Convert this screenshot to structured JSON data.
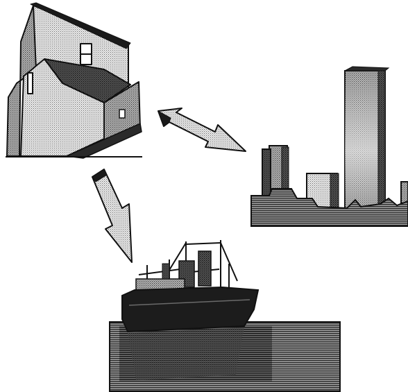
{
  "diagram": {
    "nodes": [
      {
        "id": "grain-elevator",
        "icon": "grain-elevator-icon"
      },
      {
        "id": "city-skyline",
        "icon": "city-skyline-icon"
      },
      {
        "id": "cargo-ship",
        "icon": "cargo-ship-icon"
      }
    ],
    "edges": [
      {
        "from": "grain-elevator",
        "to": "city-skyline",
        "style": "bidirectional"
      },
      {
        "from": "grain-elevator",
        "to": "cargo-ship",
        "style": "one-way"
      }
    ],
    "colors": {
      "ink": "#111111",
      "light_fill": "#cfcfcf",
      "mid_fill": "#9a9a9a",
      "dark_fill": "#3a3a3a",
      "background": "#ffffff"
    }
  }
}
